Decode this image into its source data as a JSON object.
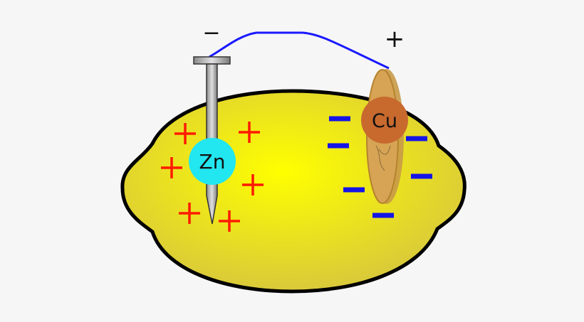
{
  "labels": {
    "negative_terminal": "−",
    "positive_terminal": "+",
    "zinc": "Zn",
    "copper": "Cu"
  },
  "colors": {
    "lemon": "#f2ee00",
    "lemon_edge": "#d8c832",
    "wire": "#1a1aff",
    "zinc": "#22e6f0",
    "copper": "#c8692e",
    "coin": "#d2a04c",
    "positive_charge": "#ff1a00",
    "negative_charge": "#1414e6"
  },
  "charges": {
    "positive_count": 6,
    "negative_count": 6
  }
}
